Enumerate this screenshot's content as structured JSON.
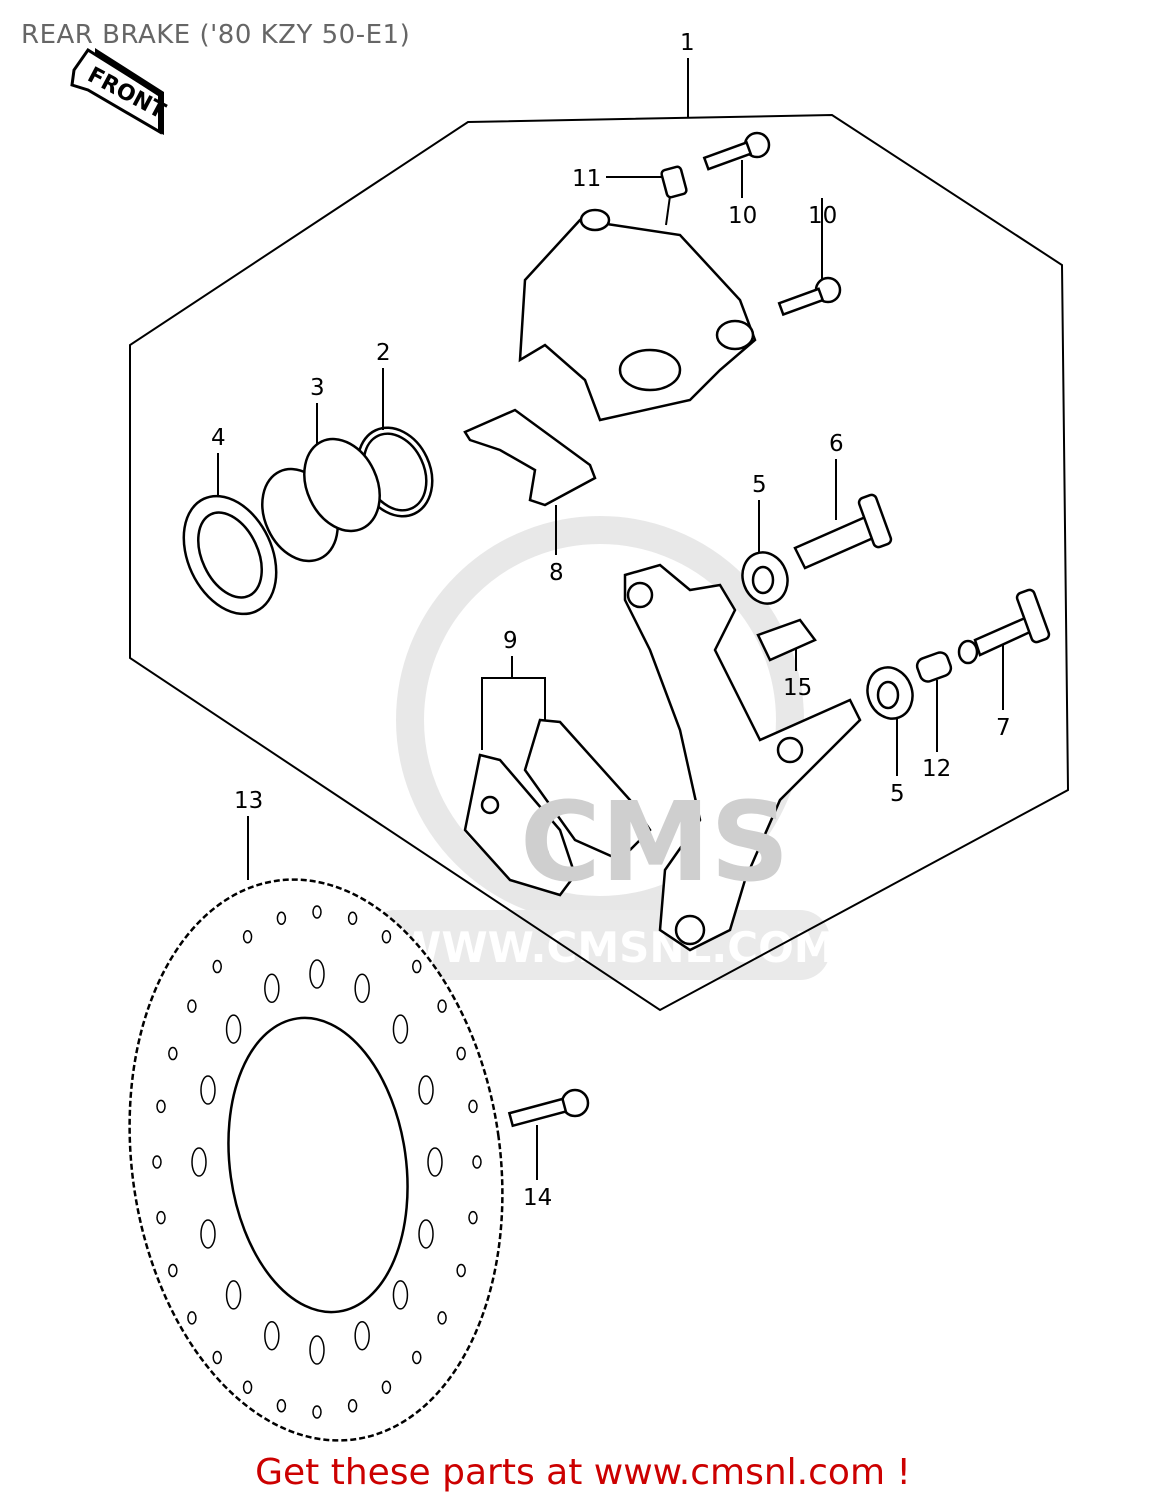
{
  "title": "REAR BRAKE ('80 KZY 50-E1)",
  "front_arrow_label": "FRONT",
  "watermark": "WWW.CMSNL.COM",
  "watermark_logo": "CMS",
  "callouts": [
    "1",
    "11",
    "10",
    "10",
    "2",
    "3",
    "4",
    "6",
    "5",
    "8",
    "9",
    "15",
    "7",
    "12",
    "5",
    "13",
    "14"
  ],
  "footer": "Get these parts at www.cmsnl.com !",
  "colors": {
    "footer": "#cc0000",
    "title": "#666666"
  }
}
